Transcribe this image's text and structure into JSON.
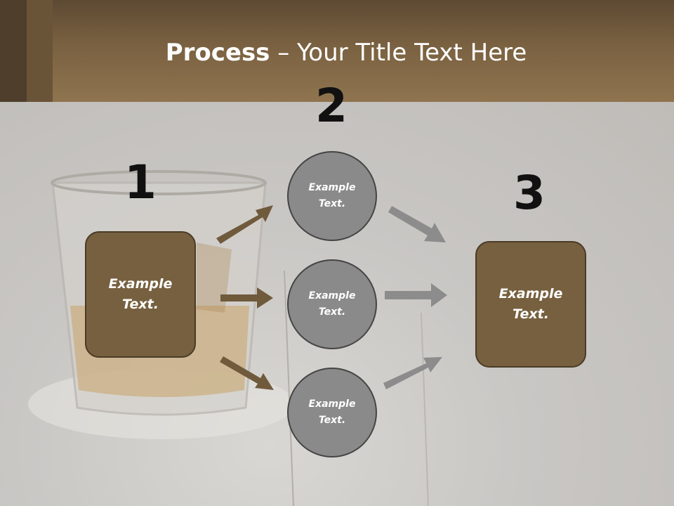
{
  "title": {
    "bold": "Process",
    "rest": " – Your Title Text Here"
  },
  "steps": {
    "one": {
      "number": "1",
      "label": "Example Text."
    },
    "two": {
      "number": "2",
      "circles": [
        "Example Text.",
        "Example Text.",
        "Example Text."
      ]
    },
    "three": {
      "number": "3",
      "label": "Example Text."
    }
  },
  "colors": {
    "header": "#7a6141",
    "box_fill": "#77603f",
    "circle_fill": "#8a8a8a",
    "arrow_brown": "#6f5a3c",
    "arrow_gray": "#8c8c8c"
  }
}
